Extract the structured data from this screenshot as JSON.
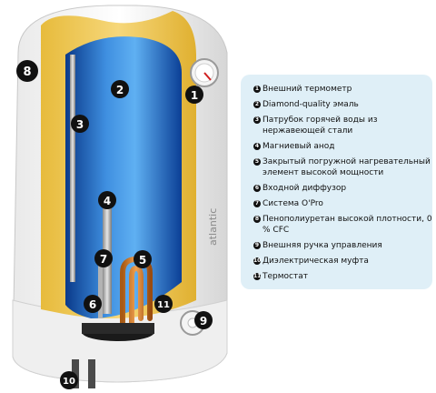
{
  "diagram": {
    "brand_label": "atlantic",
    "callouts": [
      "1",
      "2",
      "3",
      "4",
      "5",
      "6",
      "7",
      "8",
      "9",
      "10",
      "11"
    ]
  },
  "legend": {
    "items": [
      {
        "marker": "1",
        "text": "Внешний термометр"
      },
      {
        "marker": "2",
        "text": "Diamond-quality эмаль"
      },
      {
        "marker": "3",
        "text": "Патрубок горячей воды из нержавеющей стали"
      },
      {
        "marker": "4",
        "text": "Магниевый анод"
      },
      {
        "marker": "5",
        "text": "Закрытый погружной нагревательный элемент высокой мощности"
      },
      {
        "marker": "6",
        "text": "Входной диффузор"
      },
      {
        "marker": "7",
        "text": "Система O'Pro"
      },
      {
        "marker": "8",
        "text": "Пенополиуретан высокой плотности, 0 % CFC"
      },
      {
        "marker": "9",
        "text": "Внешняя ручка управления"
      },
      {
        "marker": "10",
        "text": "Диэлектрическая муфта"
      },
      {
        "marker": "11",
        "text": "Термостат"
      }
    ]
  }
}
